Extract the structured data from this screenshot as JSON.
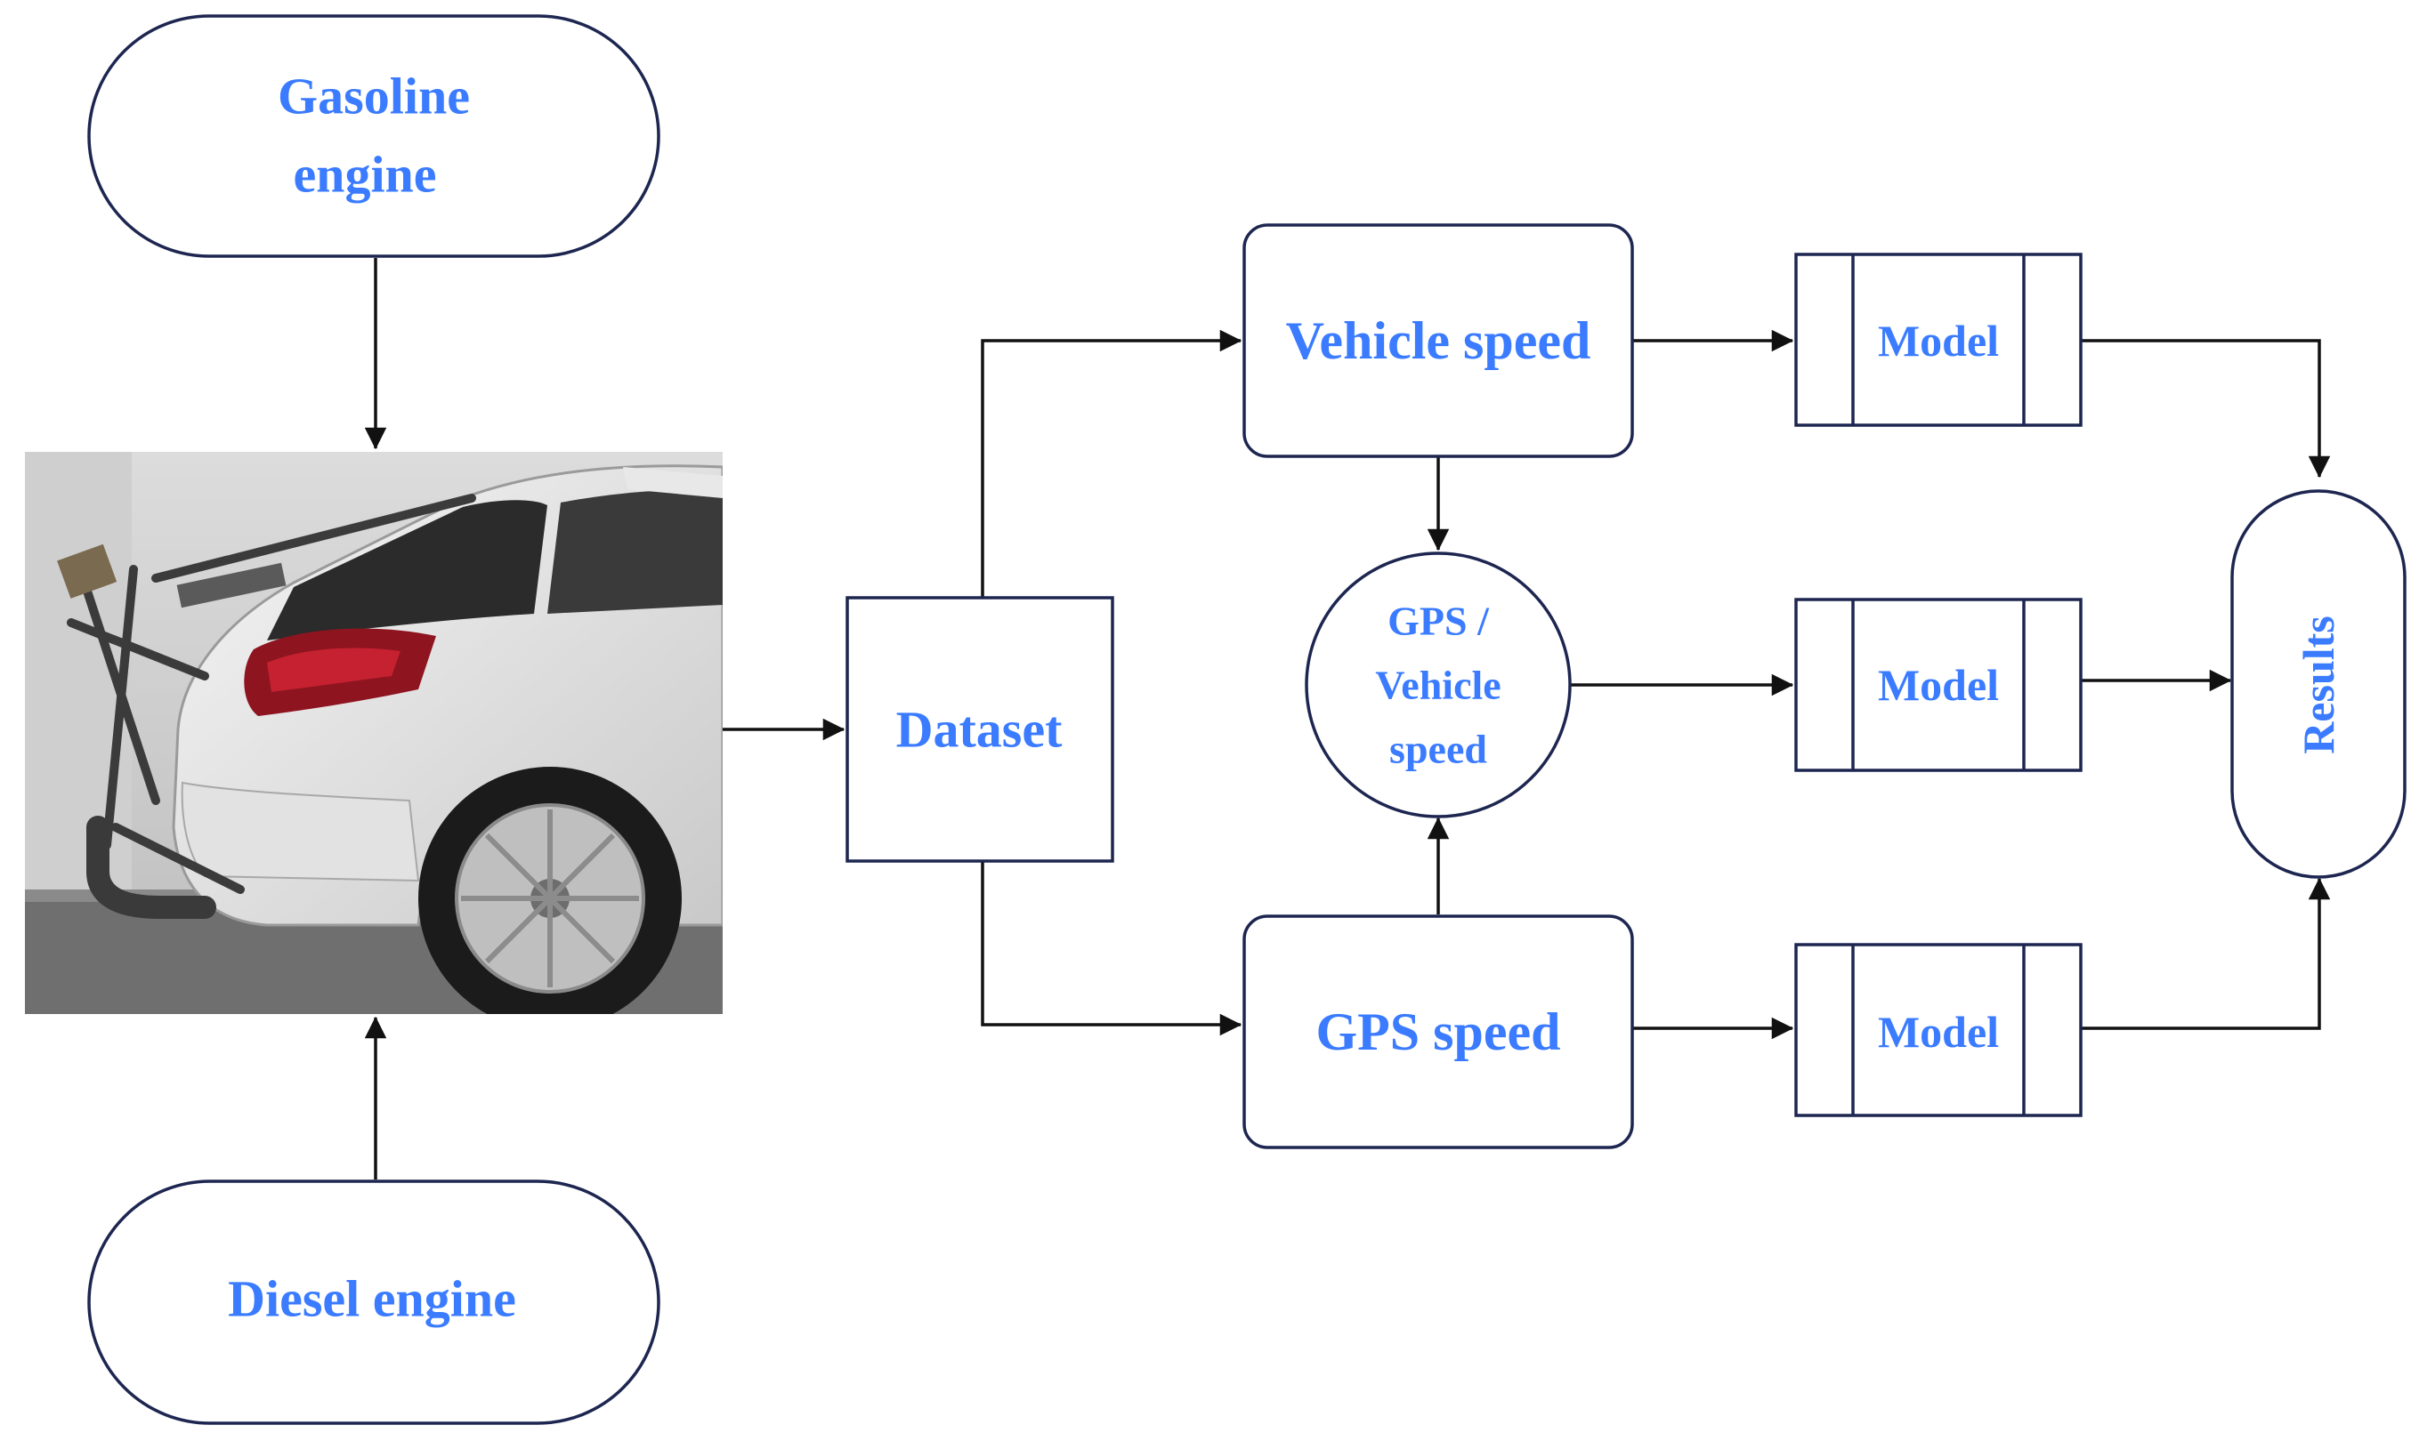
{
  "colors": {
    "label": "#3a7bff",
    "node_stroke": "#1d2650",
    "arrow": "#111111",
    "background": "#ffffff"
  },
  "nodes": {
    "gasoline_engine": {
      "line1": "Gasoline",
      "line2": "engine"
    },
    "diesel_engine": {
      "label": "Diesel engine"
    },
    "dataset": {
      "label": "Dataset"
    },
    "vehicle_speed": {
      "label": "Vehicle speed"
    },
    "gps_speed": {
      "label": "GPS speed"
    },
    "gps_vehicle_speed": {
      "line1": "GPS /",
      "line2": "Vehicle",
      "line3": "speed"
    },
    "model_top": {
      "label": "Model"
    },
    "model_middle": {
      "label": "Model"
    },
    "model_bottom": {
      "label": "Model"
    },
    "results": {
      "label": "Results"
    }
  },
  "image": {
    "subject": "white-hatchback-car-with-exhaust-sampling-equipment"
  }
}
